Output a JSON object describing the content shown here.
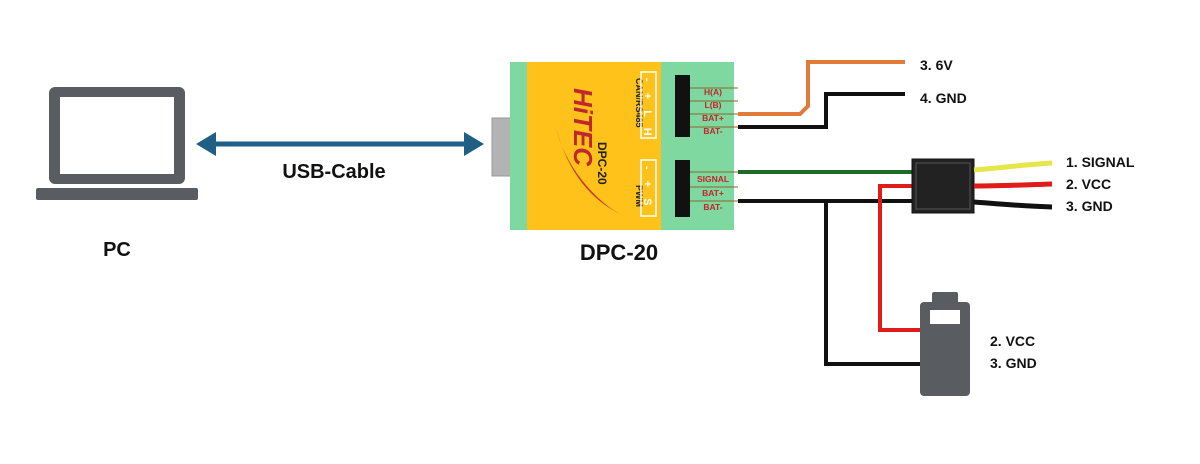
{
  "diagram": {
    "pc": {
      "label": "PC"
    },
    "cable": {
      "label": "USB-Cable"
    },
    "device": {
      "label": "DPC-20",
      "brand": "HiTEC",
      "model": "DPC-20",
      "can_port": {
        "title": "CAN/RS485",
        "header": "- + L H",
        "pins": [
          "H(A)",
          "L(B)",
          "BAT+",
          "BAT-"
        ]
      },
      "pwm_port": {
        "title": "PWM",
        "header": "- + S",
        "pins": [
          "SIGNAL",
          "BAT+",
          "BAT-"
        ]
      }
    },
    "power_supply": {
      "labels": [
        "3. 6V",
        "4. GND"
      ]
    },
    "servo_connector": {
      "labels": [
        "1. SIGNAL",
        "2. VCC",
        "3. GND"
      ]
    },
    "battery": {
      "labels": [
        "2. VCC",
        "3. GND"
      ]
    },
    "colors": {
      "board_green": "#7ed8a0",
      "board_yellow": "#ffc21a",
      "pin_text_red": "#c0262d",
      "arrow_blue": "#1f5f86",
      "laptop_gray": "#595d62",
      "wire_orange": "#e07b39",
      "wire_green": "#1c6b2a",
      "wire_red": "#e11a1a",
      "wire_black": "#111111",
      "wire_yellow": "#e6e64a"
    }
  }
}
